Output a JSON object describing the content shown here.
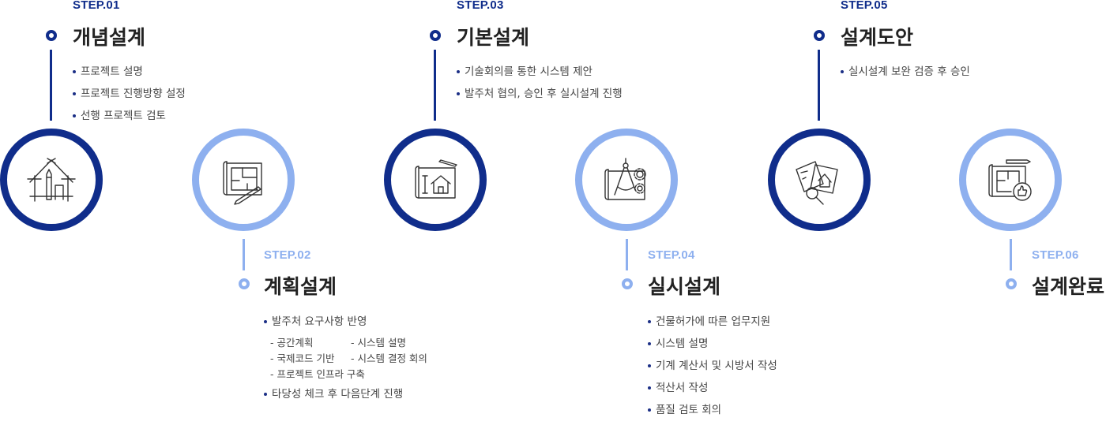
{
  "colors": {
    "dark": "#102d8b",
    "light": "#8eb0ef",
    "text": "#444444",
    "title": "#222222"
  },
  "steps": [
    {
      "label": "STEP.01",
      "title": "개념설계",
      "icon": "house-blueprint-pencil-icon",
      "items": [
        "프로젝트 설명",
        "프로젝트 진행방향 설정",
        "선행 프로젝트 검토"
      ]
    },
    {
      "label": "STEP.02",
      "title": "계획설계",
      "icon": "floorplan-pencil-icon",
      "items": [
        "발주처 요구사항 반영",
        "타당성 체크 후 다음단계 진행"
      ],
      "subitems": [
        "- 공간계획",
        "- 국제코드 기반",
        "- 프로젝트 인프라 구축",
        "- 시스템 설명",
        "- 시스템 결정 회의"
      ]
    },
    {
      "label": "STEP.03",
      "title": "기본설계",
      "icon": "house-blueprint-icon",
      "items": [
        "기술회의를 통한 시스템 제안",
        "발주처 협의, 승인 후 실시설계 진행"
      ]
    },
    {
      "label": "STEP.04",
      "title": "실시설계",
      "icon": "compass-gear-blueprint-icon",
      "items": [
        "건물허가에 따른 업무지원",
        "시스템 설명",
        "기계 계산서 및 시방서 작성",
        "적산서 작성",
        "품질 검토 회의"
      ]
    },
    {
      "label": "STEP.05",
      "title": "설계도안",
      "icon": "blueprint-magnifier-icon",
      "items": [
        "실시설계 보완 검증 후 승인"
      ]
    },
    {
      "label": "STEP.06",
      "title": "설계완료",
      "icon": "blueprint-thumbs-up-icon",
      "items": []
    }
  ]
}
